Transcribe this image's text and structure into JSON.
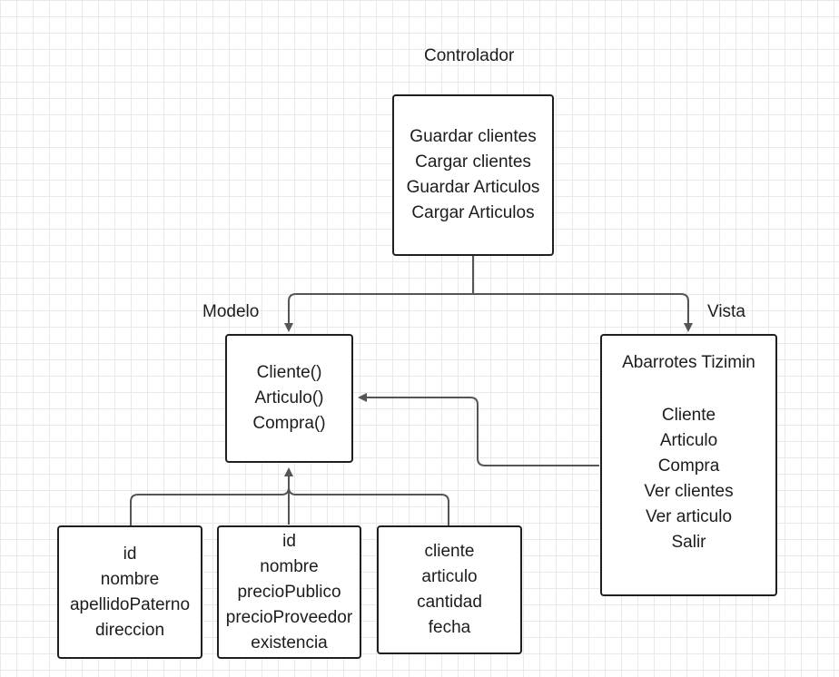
{
  "labels": {
    "controlador": "Controlador",
    "modelo": "Modelo",
    "vista": "Vista"
  },
  "controlador_box": {
    "lines": [
      "Guardar clientes",
      "Cargar clientes",
      "Guardar Articulos",
      "Cargar Articulos"
    ]
  },
  "modelo_box": {
    "lines": [
      "Cliente()",
      "Articulo()",
      "Compra()"
    ]
  },
  "vista_box": {
    "title": "Abarrotes Tizimin",
    "lines": [
      "Cliente",
      "Articulo",
      "Compra",
      "Ver clientes",
      "Ver articulo",
      "Salir"
    ]
  },
  "cliente_box": {
    "lines": [
      "id",
      "nombre",
      "apellidoPaterno",
      "direccion"
    ]
  },
  "articulo_box": {
    "lines": [
      "id",
      "nombre",
      "precioPublico",
      "precioProveedor",
      "existencia"
    ]
  },
  "compra_box": {
    "lines": [
      "cliente",
      "articulo",
      "cantidad",
      "fecha"
    ]
  }
}
